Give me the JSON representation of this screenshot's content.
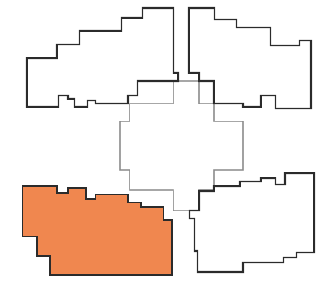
{
  "plan": {
    "units": [
      {
        "id": "top-left",
        "highlighted": false
      },
      {
        "id": "top-right",
        "highlighted": false
      },
      {
        "id": "bottom-left",
        "highlighted": true
      },
      {
        "id": "bottom-right",
        "highlighted": false
      }
    ],
    "core": {
      "id": "center-core"
    }
  },
  "colors": {
    "outline": "#2b2b2b",
    "core_outline": "#8a8a8a",
    "highlight_fill": "#f0874f",
    "unit_fill": "#ffffff"
  }
}
